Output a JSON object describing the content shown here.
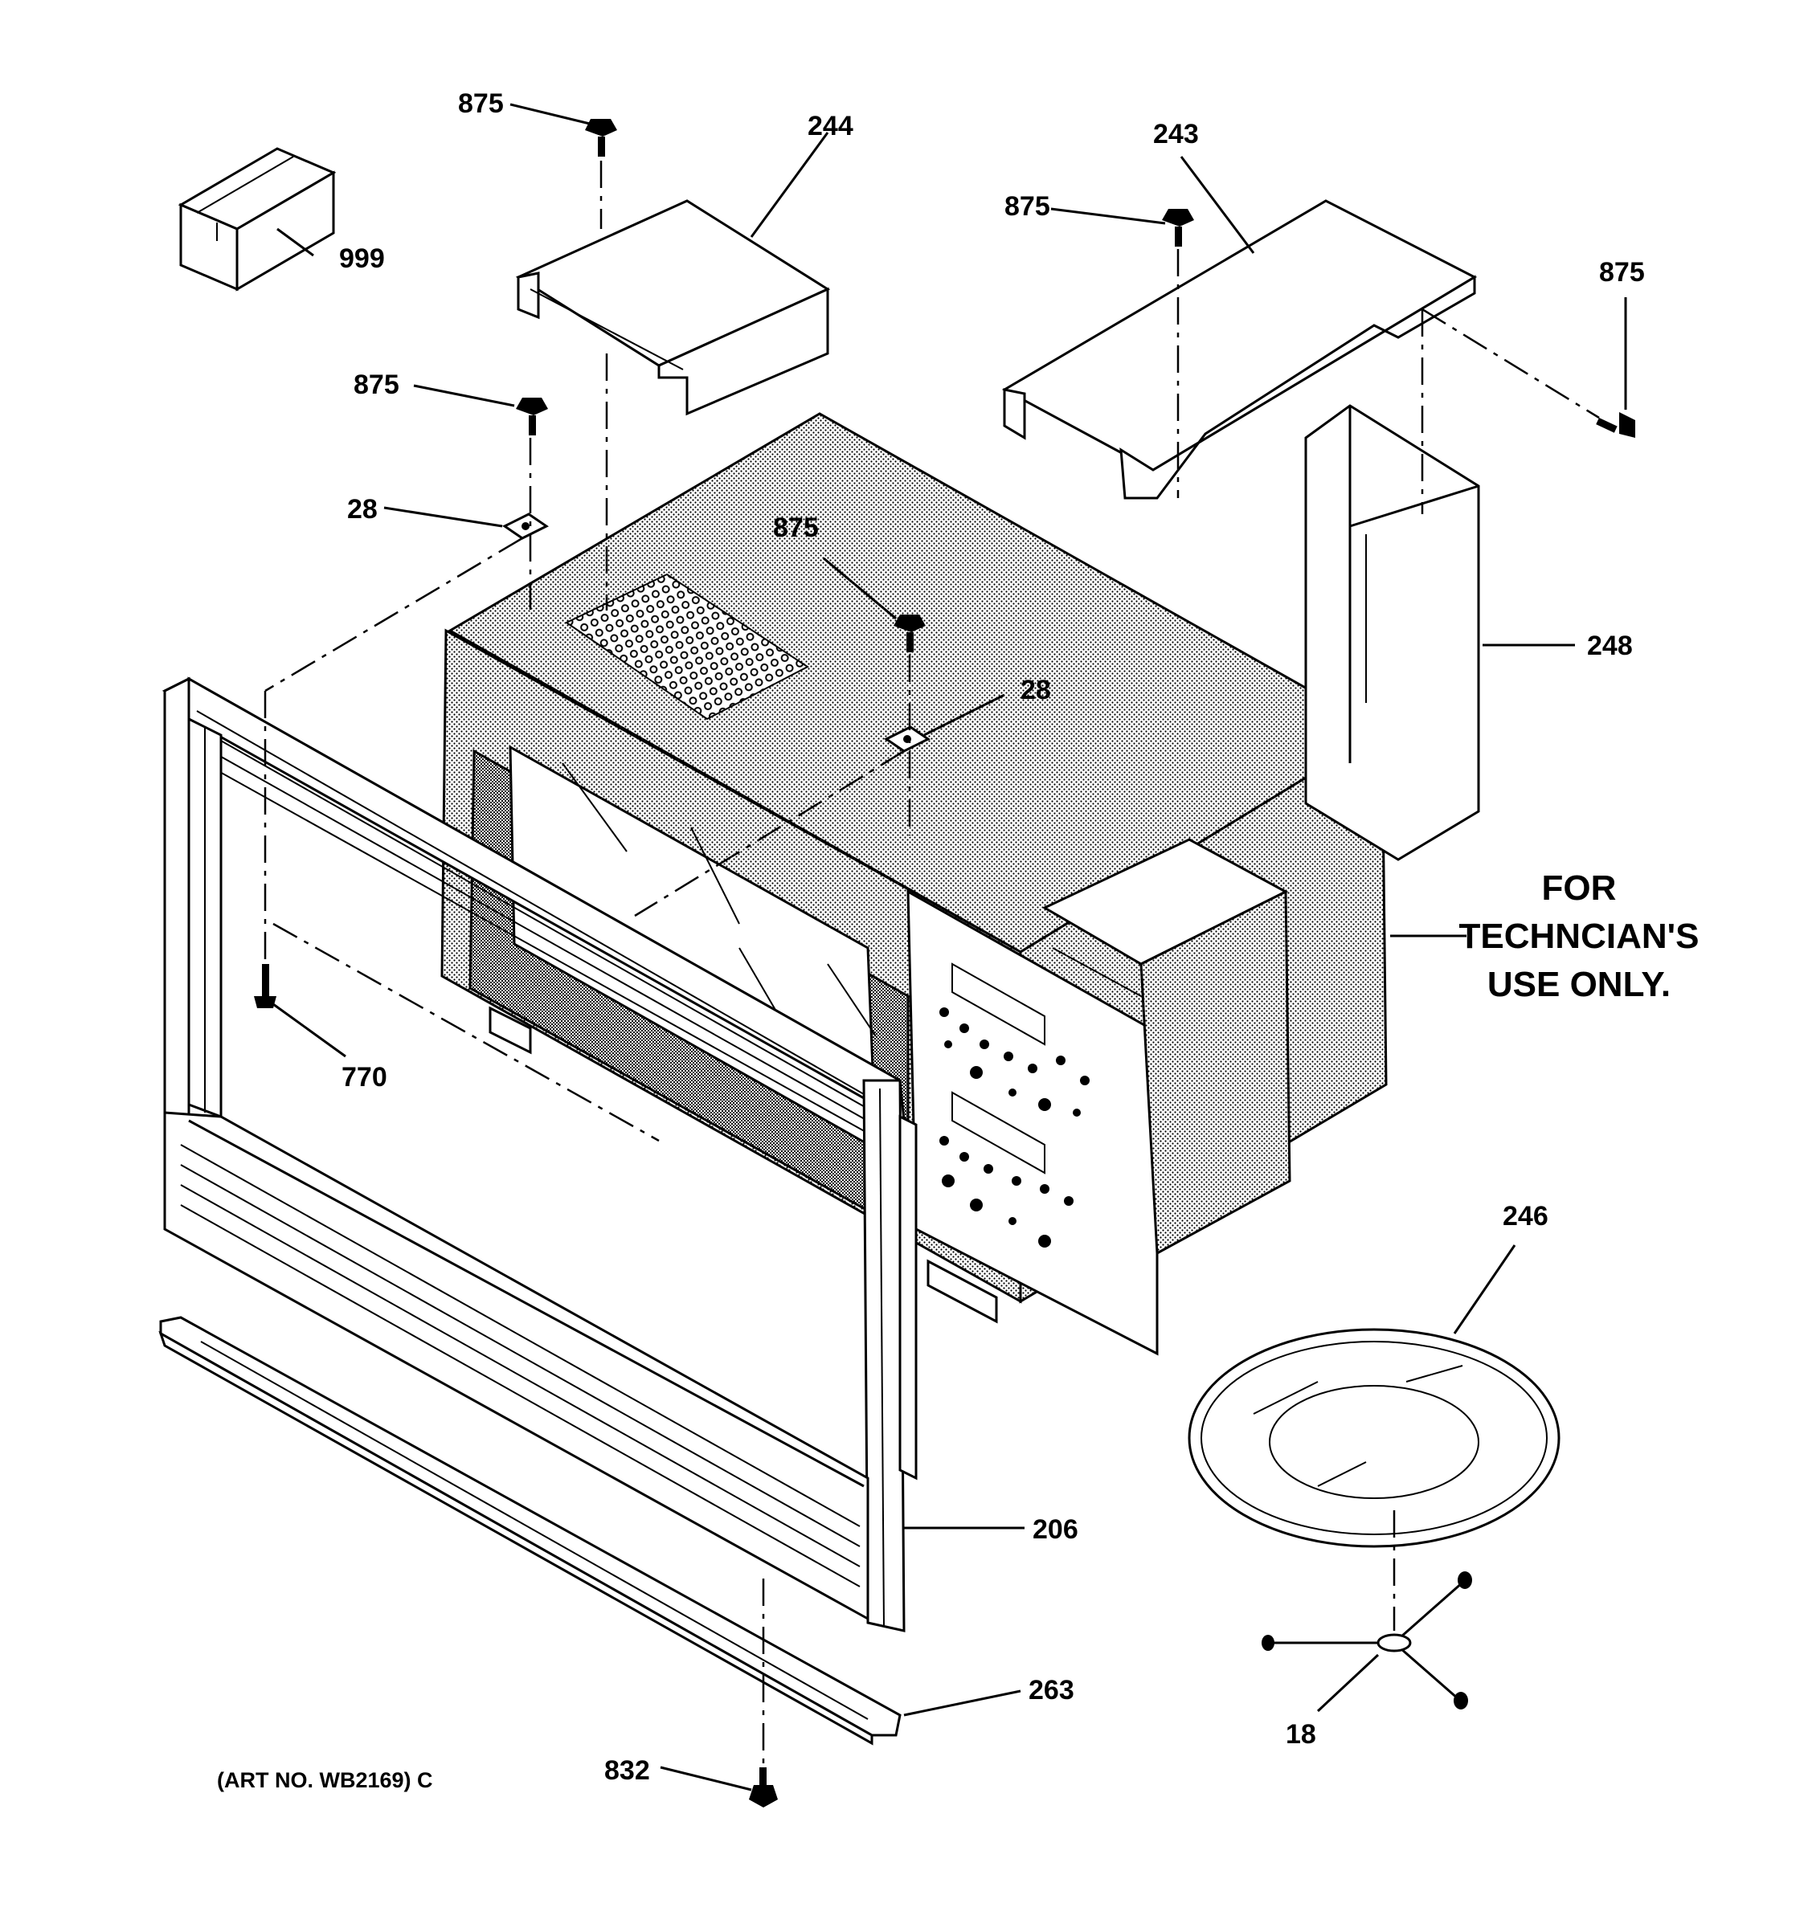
{
  "labels": {
    "l999": "999",
    "l875a": "875",
    "l244": "244",
    "l243": "243",
    "l875b": "875",
    "l875c": "875",
    "l875d": "875",
    "l28a": "28",
    "l875e": "875",
    "l28b": "28",
    "l248": "248",
    "l770": "770",
    "l246": "246",
    "l206": "206",
    "l263": "263",
    "l18": "18",
    "l832": "832"
  },
  "note": {
    "line1": "FOR",
    "line2": "TECHNCIAN'S",
    "line3": "USE ONLY."
  },
  "art_number": "(ART NO. WB2169) C"
}
